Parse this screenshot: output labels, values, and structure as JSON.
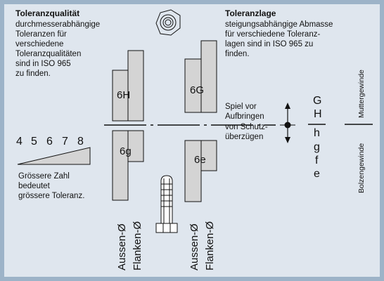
{
  "colors": {
    "background": "#dfe6ee",
    "frame": "#9db3c8",
    "box_fill": "#d4d4d4",
    "ink": "#111111"
  },
  "left_title": "Toleranzqualität",
  "left_desc": [
    "durchmesserabhängige",
    "Toleranzen für",
    "verschiedene",
    "Toleranzqualitäten",
    "sind in ISO 965",
    "zu finden."
  ],
  "right_title": "Toleranzlage",
  "right_desc": [
    "steigungsabhängige Abmasse",
    "für verschiedene Toleranz-",
    "lagen sind in ISO 965 zu",
    "finden."
  ],
  "grades": [
    "4",
    "5",
    "6",
    "7",
    "8"
  ],
  "grade_note": [
    "Grössere Zahl",
    "bedeutet",
    "grössere Toleranz."
  ],
  "boxes": {
    "b6H": "6H",
    "b6G": "6G",
    "b6g": "6g",
    "b6e": "6e"
  },
  "clearance_note": [
    "Spiel vor",
    "Aufbringen",
    "von Schutz-",
    "überzügen"
  ],
  "letters_internal": [
    "G",
    "H"
  ],
  "letters_external": [
    "h",
    "g",
    "f",
    "e"
  ],
  "vertical_labels": {
    "aussen": "Aussen-Ø",
    "flanken": "Flanken-Ø",
    "muttergewinde": "Muttergewinde",
    "bolzengewinde": "Bolzengewinde"
  },
  "icons": {
    "nut": "hex-nut-icon",
    "bolt": "bolt-icon",
    "arrow": "double-arrow-icon"
  }
}
